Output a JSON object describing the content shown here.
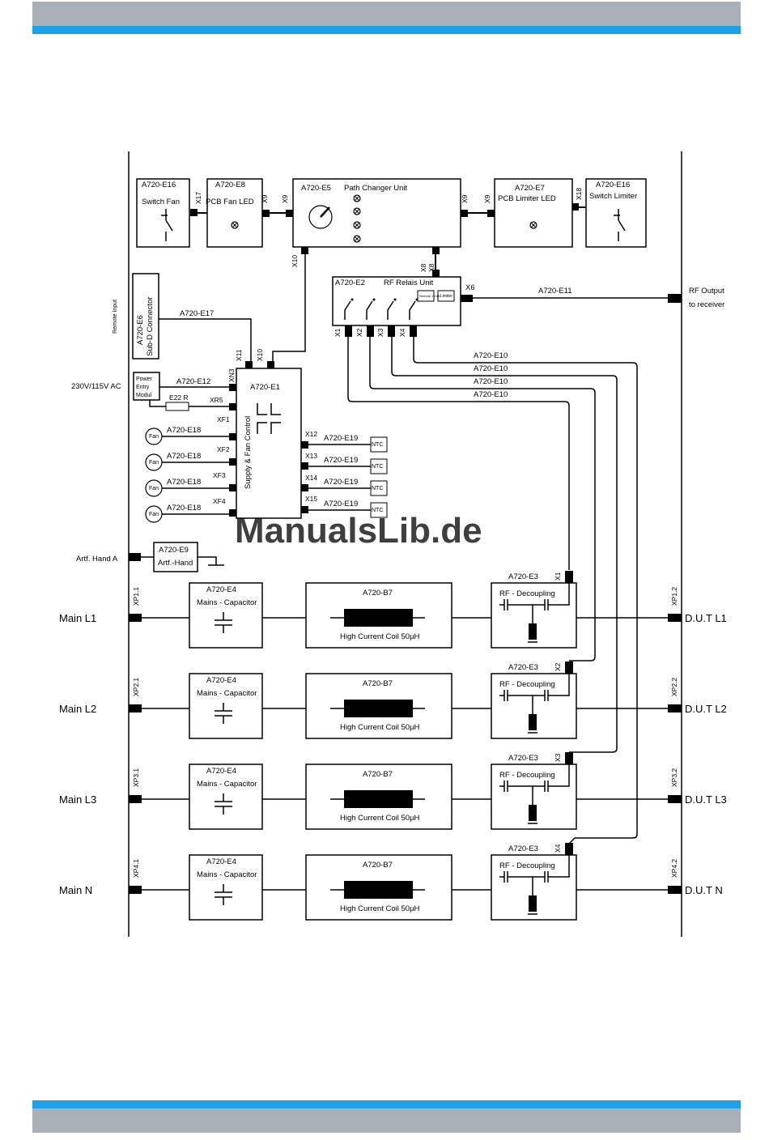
{
  "colors": {
    "band_gray": "#aab0b8",
    "band_blue": "#1ea0e6",
    "watermark": "#9ec4e6"
  },
  "watermark": "ManualsLib.de",
  "blocks": {
    "e16a": {
      "id": "A720-E16",
      "name": "Switch Fan"
    },
    "e8": {
      "id": "A720-E8",
      "name": "PCB Fan LED"
    },
    "e5": {
      "id": "A720-E5",
      "name": "Path Changer Unit"
    },
    "e7": {
      "id": "A720-E7",
      "name": "PCB Limiter LED"
    },
    "e16b": {
      "id": "A720-E16",
      "name": "Switch Limiter"
    },
    "e2": {
      "id": "A720-E2",
      "name": "RF Relais Unit"
    },
    "e6": {
      "id": "A720-E6",
      "name": "Sub-D Connector"
    },
    "e1": {
      "id": "A720-E1",
      "name": "Supply & Fan Control"
    },
    "pem": {
      "l1": "Power",
      "l2": "Entry",
      "l3": "Modul"
    },
    "e9": {
      "id": "A720-E9",
      "name": "Artf.-Hand"
    }
  },
  "wires": {
    "e17": "A720-E17",
    "e12": "A720-E12",
    "e11": "A720-E11",
    "e10": "A720-E10",
    "e18": "A720-E18",
    "e19": "A720-E19",
    "r": "E22 R"
  },
  "ports": {
    "x17": "X17",
    "x9": "X9",
    "x18": "X18",
    "x10": "X10",
    "x8": "X8",
    "x6": "X6",
    "x1": "X1",
    "x2": "X2",
    "x3": "X3",
    "x4": "X4",
    "x11": "X11",
    "xn3": "XN3",
    "xr5": "XR5",
    "xf1": "XF1",
    "xf2": "XF2",
    "xf3": "XF3",
    "xf4": "XF4",
    "x12": "X12",
    "x13": "X13",
    "x14": "X14",
    "x15": "X15"
  },
  "relay_labels": {
    "a": "Remote 10 dB",
    "b": "Limiter"
  },
  "fan_label": "Fan",
  "ntc_label": "NTC",
  "labels": {
    "remote_input": "Remote Input",
    "ac_input": "230V/115V AC",
    "rf_output_1": "RF Output",
    "rf_output_2": "to receiver",
    "artf_hand": "Artf. Hand A"
  },
  "rows": [
    {
      "main": "Main L1",
      "in_port": "XP1.1",
      "out_port": "XP1.2",
      "dut": "D.U.T L1",
      "x": "X1"
    },
    {
      "main": "Main L2",
      "in_port": "XP2.1",
      "out_port": "XP2.2",
      "dut": "D.U.T L2",
      "x": "X2"
    },
    {
      "main": "Main L3",
      "in_port": "XP3.1",
      "out_port": "XP3.2",
      "dut": "D.U.T L3",
      "x": "X3"
    },
    {
      "main": "Main N",
      "in_port": "XP4.1",
      "out_port": "XP4.2",
      "dut": "D.U.T N",
      "x": "X4"
    }
  ],
  "row_blocks": {
    "cap_id": "A720-E4",
    "cap_name": "Mains - Capacitor",
    "coil_id": "A720-B7",
    "coil_name": "High Current Coil 50µH",
    "dec_id": "A720-E3",
    "dec_name": "RF - Decoupling"
  }
}
